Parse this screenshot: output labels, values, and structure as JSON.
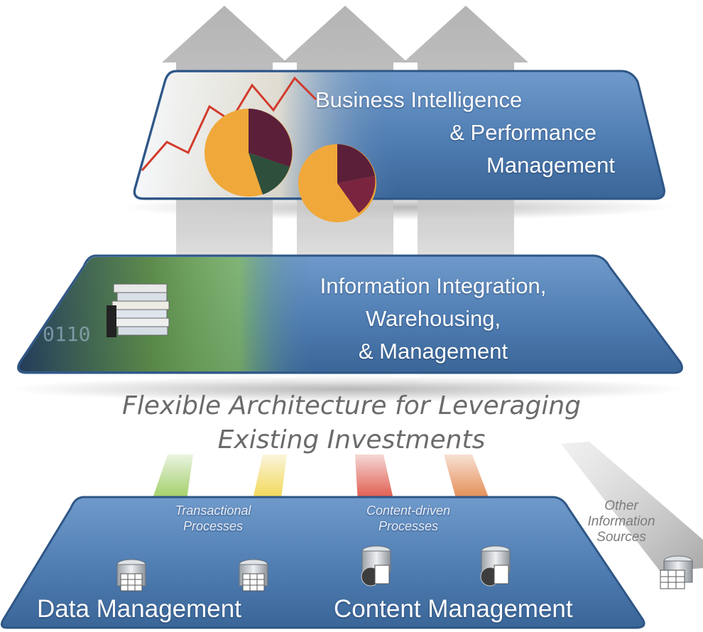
{
  "layers": {
    "top": {
      "lines": [
        "Business Intelligence",
        "& Performance",
        "Management"
      ]
    },
    "middle": {
      "lines": [
        "Information Integration,",
        "Warehousing,",
        "& Management"
      ]
    },
    "bottom": {
      "data_label": "Data Management",
      "content_label": "Content Management"
    }
  },
  "center_text": [
    "Flexible Architecture for Leveraging",
    "Existing Investments"
  ],
  "processes": {
    "transactional": [
      "Transactional",
      "Processes"
    ],
    "content": [
      "Content-driven",
      "Processes"
    ]
  },
  "other_sources": [
    "Other",
    "Information",
    "Sources"
  ],
  "colors": {
    "platform": "#4e7db3",
    "platform_edge": "#2f5686",
    "arrow": "#9a9a9a",
    "beam_green": "#7db93a",
    "beam_yellow": "#e6c41f",
    "beam_red": "#d23b2c",
    "beam_orange": "#d96b2a",
    "beam_gray": "#b5b5b5"
  }
}
